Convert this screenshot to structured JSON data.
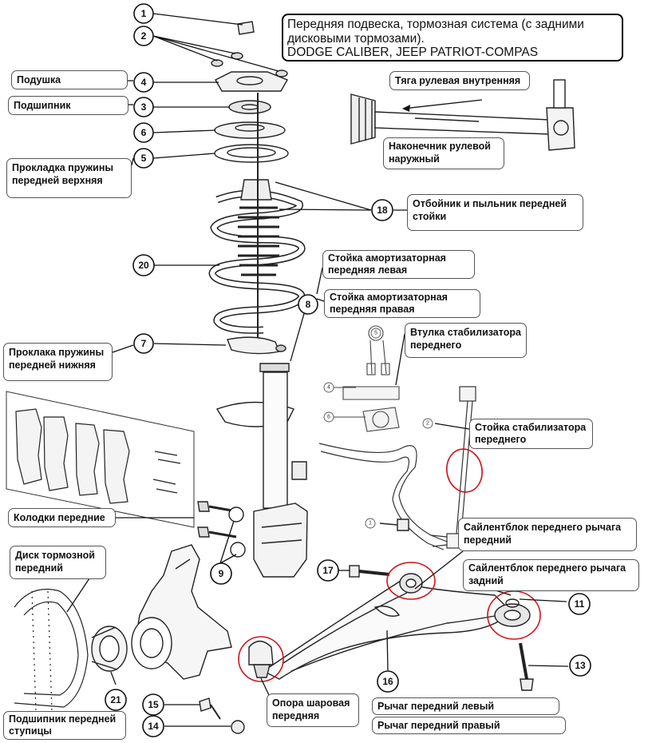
{
  "title": {
    "line1": "Передняя подвеска, тормозная система (с задними",
    "line2": "дисковыми тормозами).",
    "line3": "DODGE CALIBER, JEEP PATRIOT-COMPAS"
  },
  "labels": {
    "podushka": "Подушка",
    "podshipnik": "Подшипник",
    "prokladka_verh_1": "Прокладка пружины",
    "prokladka_verh_2": "передней верхняя",
    "tyaga": "Тяга рулевая внутренняя",
    "nakonechnik_1": "Наконечник рулевой",
    "nakonechnik_2": "наружный",
    "otboynik_1": "Отбойник и пыльник передней",
    "otboynik_2": "стойки",
    "stoyka_levaya_1": "Стойка амортизаторная",
    "stoyka_levaya_2": "передняя левая",
    "stoyka_pravaya_1": "Стойка амортизаторная",
    "stoyka_pravaya_2": "передняя правая",
    "vtulka_1": "Втулка стабилизатора",
    "vtulka_2": "переднего",
    "proklaka_niz_1": "Проклака пружины",
    "proklaka_niz_2": "передней нижняя",
    "stoyka_stab_1": "Стойка стабилизатора",
    "stoyka_stab_2": "переднего",
    "kolodki": "Колодки передние",
    "saylent_per_1": "Сайлентблок переднего рычага",
    "saylent_per_2": "передний",
    "disk_1": "Диск тормозной",
    "disk_2": "передний",
    "saylent_zad_1": "Сайлентблок переднего рычага",
    "saylent_zad_2": "задний",
    "opora_1": "Опора шаровая",
    "opora_2": "передняя",
    "rychag_levyy": "Рычаг передний левый",
    "rychag_pravyy": "Рычаг передний правый",
    "podshipnik_stupitsy_1": "Подшипник передней",
    "podshipnik_stupitsy_2": "ступицы"
  },
  "callouts": {
    "c1": "1",
    "c2": "2",
    "c4": "4",
    "c3": "3",
    "c6": "6",
    "c5": "5",
    "c18": "18",
    "c20": "20",
    "c8": "8",
    "c7": "7",
    "c9": "9",
    "c17": "17",
    "c11": "11",
    "c13": "13",
    "c16": "16",
    "c21": "21",
    "c15": "15",
    "c14": "14"
  },
  "small_callouts": {
    "s5": "5",
    "s4": "4",
    "s6": "6",
    "s2": "2",
    "s1": "1"
  },
  "colors": {
    "highlight": "#d0151b",
    "ink": "#111111"
  }
}
